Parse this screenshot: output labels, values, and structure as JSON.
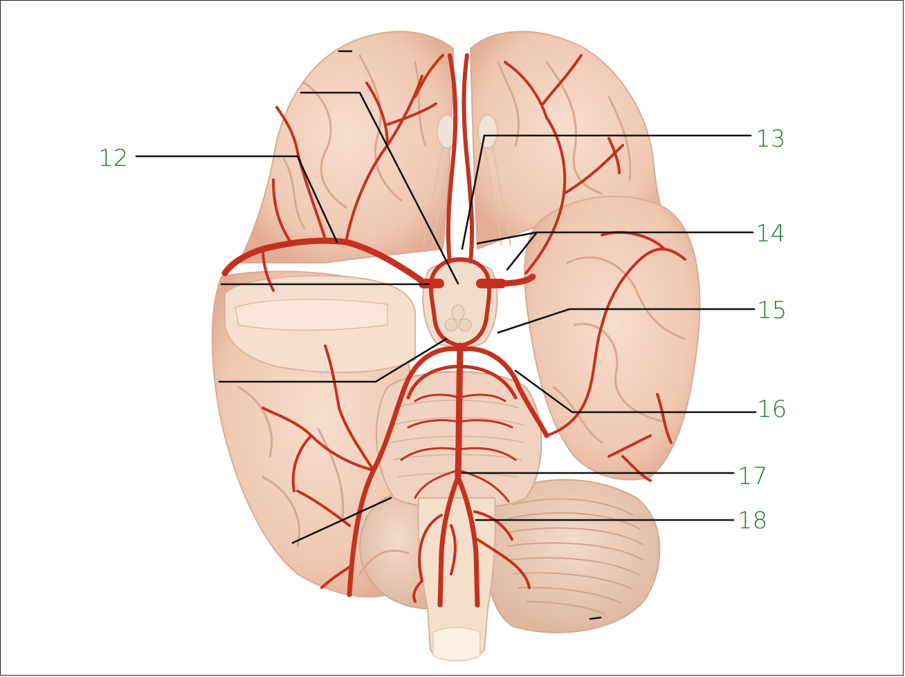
{
  "labels": [
    {
      "id": "label-12",
      "text": "12"
    },
    {
      "id": "label-13",
      "text": "13"
    },
    {
      "id": "label-14",
      "text": "14"
    },
    {
      "id": "label-15",
      "text": "15"
    },
    {
      "id": "label-16",
      "text": "16"
    },
    {
      "id": "label-17",
      "text": "17"
    },
    {
      "id": "label-18",
      "text": "18"
    }
  ],
  "colors": {
    "label_green": "#1f7a2e",
    "artery_red": "#c4321f",
    "brain_tissue": "#f2d2bf",
    "leader_line": "#111111"
  }
}
